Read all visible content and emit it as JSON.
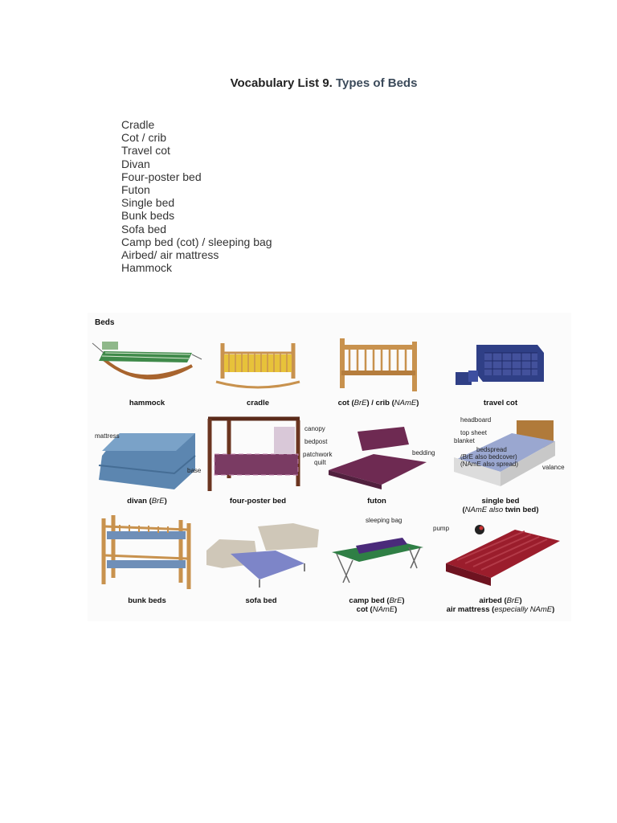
{
  "document": {
    "title_main": "Vocabulary List 9.",
    "title_accent": "Types of Beds",
    "vocabulary_items": [
      "Cradle",
      "Cot / crib",
      "Travel cot",
      "Divan",
      "Four-poster bed",
      "Futon",
      "Single bed",
      "Bunk beds",
      "Sofa bed",
      "Camp bed (cot) / sleeping bag",
      "Airbed/ air mattress",
      "Hammock"
    ]
  },
  "illustration": {
    "heading": "Beds",
    "items": {
      "hammock": "hammock",
      "cradle": "cradle",
      "cot_a": "cot (",
      "cot_bre": "BrE",
      "cot_b": ") / crib (",
      "cot_name": "NAmE",
      "cot_c": ")",
      "travel_cot": "travel cot",
      "divan_a": "divan (",
      "divan_bre": "BrE",
      "divan_b": ")",
      "four_poster": "four-poster bed",
      "futon": "futon",
      "single_bed": "single bed",
      "single_bed_sub_a": "(",
      "single_bed_sub_name": "NAmE also",
      "single_bed_sub_b": " twin bed)",
      "bunk_beds": "bunk beds",
      "sofa_bed": "sofa bed",
      "camp_bed_a": "camp bed (",
      "camp_bed_bre": "BrE",
      "camp_bed_b": ")",
      "camp_cot_a": "cot (",
      "camp_cot_name": "NAmE",
      "camp_cot_b": ")",
      "airbed_a": "airbed (",
      "airbed_bre": "BrE",
      "airbed_b": ")",
      "air_mattress_a": "air mattress (",
      "air_mattress_esp": "especially NAmE",
      "air_mattress_b": ")"
    },
    "callouts": {
      "mattress": "mattress",
      "base": "base",
      "canopy": "canopy",
      "bedpost": "bedpost",
      "patchwork_quilt_1": "patchwork",
      "patchwork_quilt_2": "quilt",
      "headboard": "headboard",
      "top_sheet": "top sheet",
      "blanket": "blanket",
      "bedding": "bedding",
      "bedspread": "bedspread",
      "bedspread_note_1": "(BrE also bedcover)",
      "bedspread_note_2": "(NAmE also spread)",
      "valance": "valance",
      "sleeping_bag": "sleeping bag",
      "pump": "pump"
    },
    "colors": {
      "hammock_green": "#3f8a4a",
      "wood": "#c8924e",
      "cradle_yellow": "#e7c23a",
      "travel_cot_blue": "#2f3f86",
      "divan_blue": "#5c86b0",
      "quilt_purple": "#7a3b63",
      "futon_purple": "#6e2a52",
      "camp_green": "#2f7f45",
      "sleeping_bag_purple": "#4a2a7a",
      "airbed_red": "#9b1d2c",
      "sofa_beige": "#cfc7b8",
      "sofa_sheet": "#7d85c8"
    }
  }
}
